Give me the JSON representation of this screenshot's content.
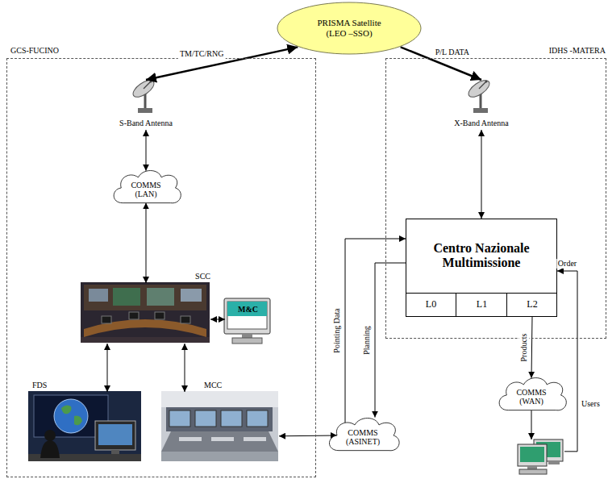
{
  "diagram": {
    "nodes": [
      {
        "text": [
          "PRISMA Satellite",
          "(LEO –SSO)"
        ]
      },
      {
        "text": [
          "GCS-FUCINO"
        ]
      },
      {
        "text": [
          "S-Band Antenna"
        ],
        "in": 1
      },
      {
        "text": [
          "COMMS (LAN)"
        ],
        "in": 1
      },
      {
        "text": [
          "SCC"
        ],
        "in": 1
      },
      {
        "text": [
          "M&C"
        ],
        "in": 1
      },
      {
        "text": [
          "FDS"
        ],
        "in": 1
      },
      {
        "text": [
          "MCC"
        ],
        "in": 1
      },
      {
        "text": [
          "IDHS -MATERA"
        ]
      },
      {
        "text": [
          "X-Band Antenna"
        ],
        "in": 8
      },
      {
        "text": [
          "Centro Nazionale Multimissione"
        ],
        "in": 8
      },
      {
        "text": [
          "L0"
        ],
        "in": 10
      },
      {
        "text": [
          "L1"
        ],
        "in": 10
      },
      {
        "text": [
          "L2"
        ],
        "in": 10
      },
      {
        "text": [
          "COMMS (ASINET)"
        ]
      },
      {
        "text": [
          "COMMS (WAN)"
        ]
      },
      {
        "text": [
          "Users"
        ]
      }
    ],
    "edges": [
      {
        "from": 0,
        "to": 2,
        "arrow": "both",
        "label": "TM/TC/RNG"
      },
      {
        "from": 0,
        "to": 9,
        "arrow": "to",
        "label": "P/L DATA"
      },
      {
        "from": 2,
        "to": 3,
        "arrow": "both"
      },
      {
        "from": 3,
        "to": 4,
        "arrow": "both"
      },
      {
        "from": 4,
        "to": 5,
        "arrow": "both"
      },
      {
        "from": 4,
        "to": 6,
        "arrow": "both"
      },
      {
        "from": 4,
        "to": 7,
        "arrow": "both"
      },
      {
        "from": 7,
        "to": 14,
        "arrow": "both"
      },
      {
        "from": 9,
        "to": 10,
        "arrow": "both"
      },
      {
        "from": 14,
        "to": 10,
        "arrow": "to",
        "label": "Pointing Data"
      },
      {
        "from": 10,
        "to": 14,
        "arrow": "to",
        "label": "Planning"
      },
      {
        "from": 13,
        "to": 15,
        "arrow": "to",
        "label": "Products"
      },
      {
        "from": 15,
        "to": 16,
        "arrow": "to"
      },
      {
        "from": 16,
        "to": 10,
        "arrow": "to",
        "label": "Order"
      }
    ]
  }
}
